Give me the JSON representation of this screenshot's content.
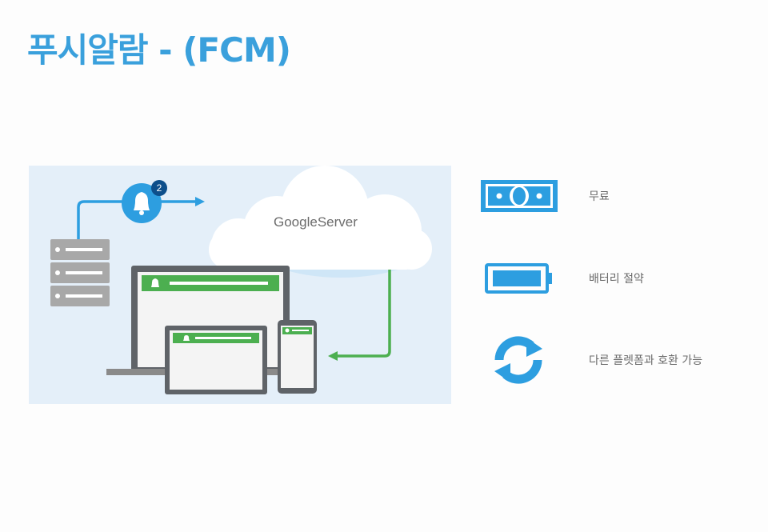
{
  "slide": {
    "title": "푸시알람 - (FCM)"
  },
  "diagram": {
    "cloud_label": "GoogleServer",
    "notification_count": "2",
    "colors": {
      "background": "#e4eff9",
      "accent_blue": "#2d9ee0",
      "green": "#4caf50",
      "device_gray": "#5f6368",
      "server_gray": "#a8a8a8"
    }
  },
  "features": [
    {
      "icon": "money-icon",
      "label": "무료"
    },
    {
      "icon": "battery-icon",
      "label": "배터리 절약"
    },
    {
      "icon": "sync-icon",
      "label": "다른 플렛폼과 호환 가능"
    }
  ]
}
